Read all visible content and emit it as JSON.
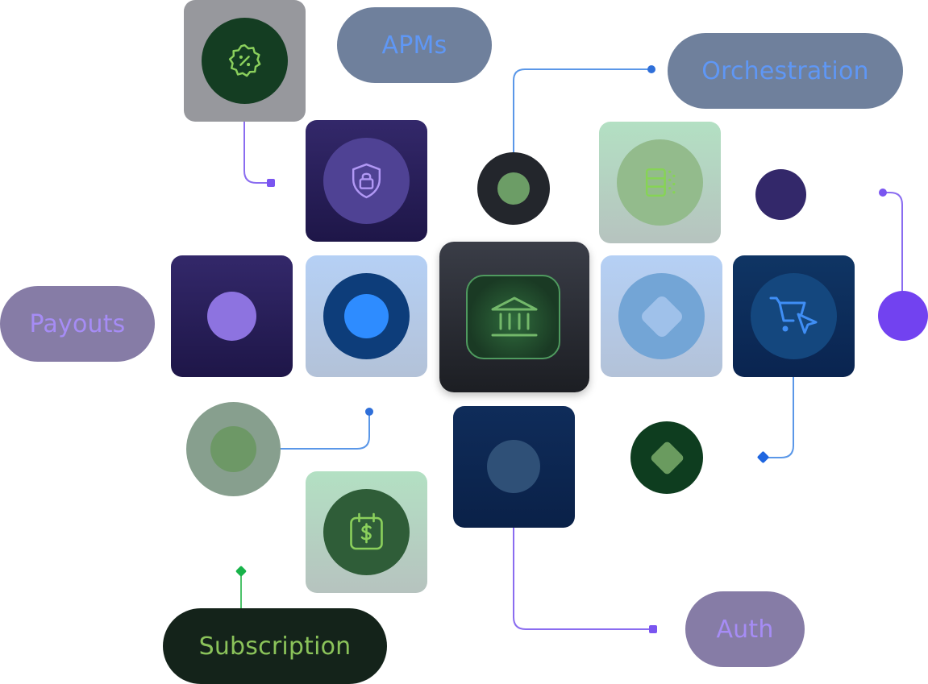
{
  "labels": {
    "apms": "APMs",
    "orchestration": "Orchestration",
    "payouts": "Payouts",
    "subscription": "Subscription",
    "auth": "Auth"
  },
  "colors": {
    "pill_slate": "#6f809c",
    "pill_slate_text": "#5f97f5",
    "pill_purple": "#867ca6",
    "pill_purple_text": "#a68cf5",
    "pill_dark_green": "#14231a",
    "pill_dark_green_text": "#8bc35a",
    "wire_blue": "#5a97e8",
    "wire_purple": "#8a6cf0",
    "wire_green": "#4cc26a"
  },
  "icons": [
    "discount-badge-icon",
    "shield-lock-icon",
    "bank-icon",
    "server-data-icon",
    "cart-cursor-icon",
    "calendar-dollar-icon"
  ]
}
